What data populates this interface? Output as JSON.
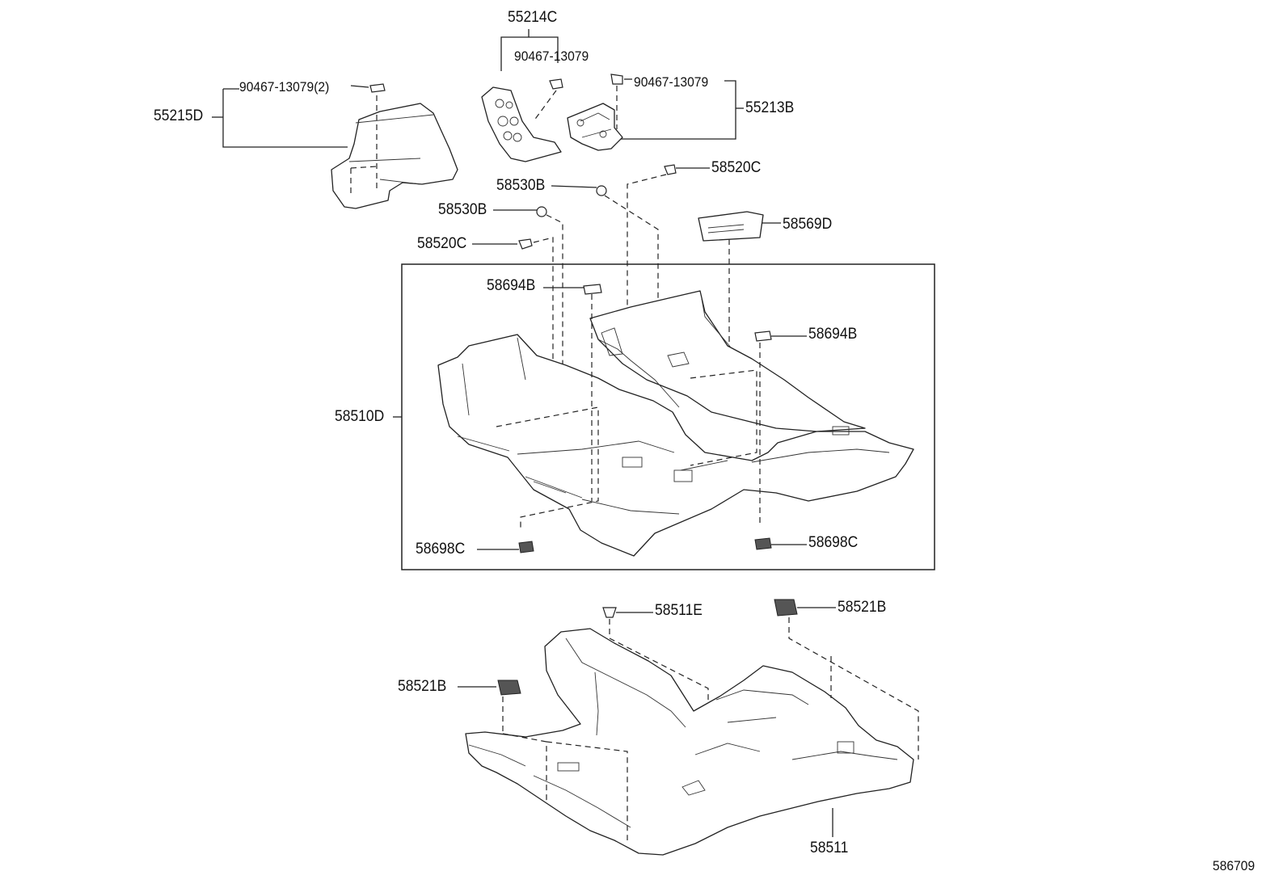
{
  "labels": {
    "p55214C": "55214C",
    "p90467_top": "90467-13079",
    "p90467_2": "90467-13079(2)",
    "p55215D": "55215D",
    "p90467_right": "90467-13079",
    "p55213B": "55213B",
    "p58520C_a": "58520C",
    "p58530B_a": "58530B",
    "p58530B_b": "58530B",
    "p58569D": "58569D",
    "p58520C_b": "58520C",
    "p58694B_a": "58694B",
    "p58694B_b": "58694B",
    "p58510D": "58510D",
    "p58698C_a": "58698C",
    "p58698C_b": "58698C",
    "p58511E": "58511E",
    "p58521B_a": "58521B",
    "p58521B_b": "58521B",
    "p58511": "58511"
  },
  "reference_number": "586709"
}
